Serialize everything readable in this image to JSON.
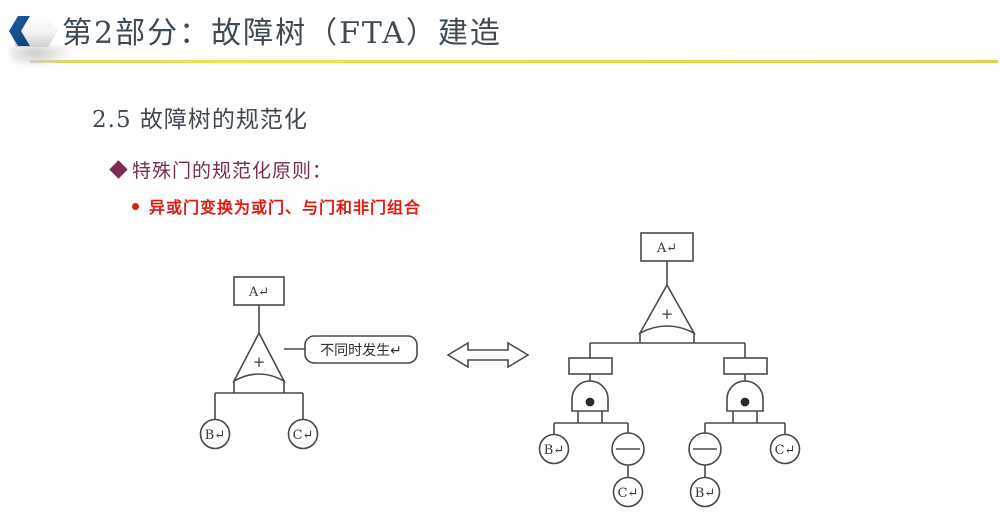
{
  "header": {
    "title": "第2部分：故障树（FTA）建造",
    "icon": "chevron-left-hexagon-icon",
    "rule_color": "#e8d94a",
    "title_color": "#3e4b55"
  },
  "content": {
    "section_heading": "2.5 故障树的规范化",
    "level2_bullet": "特殊门的规范化原则：",
    "level2_color": "#7a2b52",
    "level3_bullet": "异或门变换为或门、与门和非门组合",
    "level3_color": "#e01b12"
  },
  "diagram": {
    "equivalence_arrow": "double-headed-arrow",
    "left_tree": {
      "top_event": "A↵",
      "gate": "+",
      "gate_type": "xor-gate",
      "annotation": "不同时发生↵",
      "basic_events": [
        "B↵",
        "C↵"
      ]
    },
    "right_tree": {
      "top_event": "A↵",
      "top_gate": "+",
      "top_gate_type": "or-gate",
      "intermediate_events": [
        "",
        ""
      ],
      "and_gates": [
        "•",
        "•"
      ],
      "left_branch": {
        "basic_event": "B↵",
        "not_gate": "—",
        "negated_event": "C↵"
      },
      "right_branch": {
        "not_gate": "—",
        "negated_event": "B↵",
        "basic_event": "C↵"
      }
    }
  }
}
